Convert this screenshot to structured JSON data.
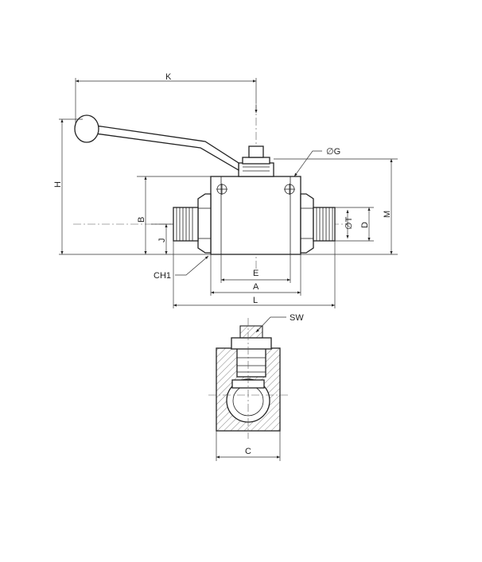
{
  "labels": {
    "K": "K",
    "H": "H",
    "B": "B",
    "J": "J",
    "G": "∅G",
    "T": "∅T",
    "D": "D",
    "M": "M",
    "E": "E",
    "A": "A",
    "L": "L",
    "CH1": "CH1",
    "SW": "SW",
    "C": "C"
  },
  "colors": {
    "line": "#222222",
    "hatch": "#555555",
    "background": "#ffffff"
  }
}
